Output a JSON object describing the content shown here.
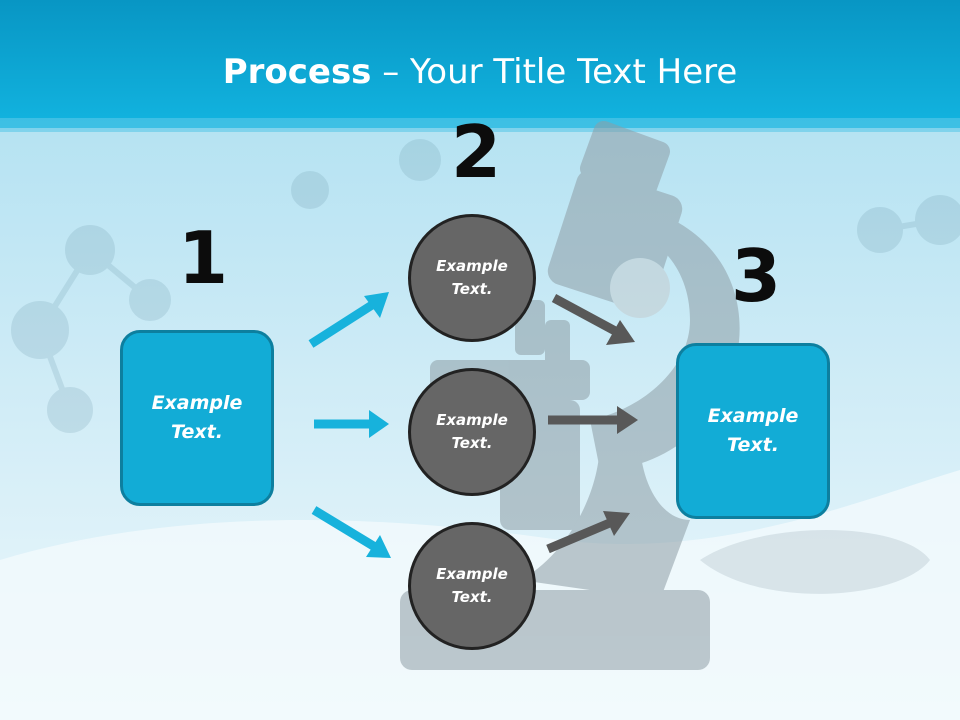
{
  "slide": {
    "title_bold": "Process",
    "title_rest": " – Your Title Text Here"
  },
  "steps": {
    "one": "1",
    "two": "2",
    "three": "3"
  },
  "boxes": {
    "left": "Example\nText.",
    "right": "Example\nText."
  },
  "circles": {
    "top": "Example\nText.",
    "middle": "Example\nText.",
    "bottom": "Example\nText."
  },
  "colors": {
    "header": "#0aa6d3",
    "box_fill": "#12acd6",
    "circle_fill": "#666666",
    "arrow_blue": "#17b2dc",
    "arrow_gray": "#585858"
  }
}
